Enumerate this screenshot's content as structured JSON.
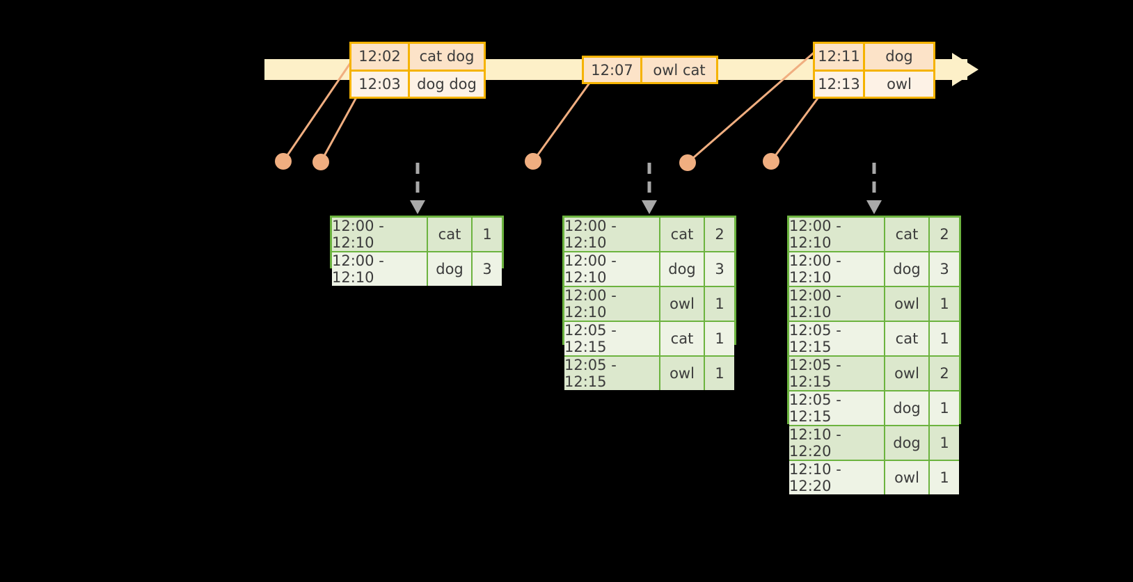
{
  "timeline": {
    "bar_color": "#fdf0c8",
    "border_color": "#f5b301",
    "events": [
      {
        "id": "event-box-1",
        "rows": [
          {
            "time": "12:02",
            "words": "cat dog"
          },
          {
            "time": "12:03",
            "words": "dog dog"
          }
        ]
      },
      {
        "id": "event-box-2",
        "rows": [
          {
            "time": "12:07",
            "words": "owl cat"
          }
        ]
      },
      {
        "id": "event-box-3",
        "rows": [
          {
            "time": "12:11",
            "words": "dog"
          },
          {
            "time": "12:13",
            "words": "owl"
          }
        ]
      }
    ],
    "dot_color": "#f0ae80",
    "dot_count": 5
  },
  "results": {
    "border_color": "#6cb33f",
    "row_shade_odd": "#dce8cd",
    "row_shade_even": "#eef3e5",
    "tables": [
      {
        "id": "result-table-1",
        "rows": [
          {
            "window": "12:00 - 12:10",
            "key": "cat",
            "count": "1"
          },
          {
            "window": "12:00 - 12:10",
            "key": "dog",
            "count": "3"
          }
        ]
      },
      {
        "id": "result-table-2",
        "rows": [
          {
            "window": "12:00 - 12:10",
            "key": "cat",
            "count": "2"
          },
          {
            "window": "12:00 - 12:10",
            "key": "dog",
            "count": "3"
          },
          {
            "window": "12:00 - 12:10",
            "key": "owl",
            "count": "1"
          },
          {
            "window": "12:05 - 12:15",
            "key": "cat",
            "count": "1"
          },
          {
            "window": "12:05 - 12:15",
            "key": "owl",
            "count": "1"
          }
        ]
      },
      {
        "id": "result-table-3",
        "rows": [
          {
            "window": "12:00 - 12:10",
            "key": "cat",
            "count": "2"
          },
          {
            "window": "12:00 - 12:10",
            "key": "dog",
            "count": "3"
          },
          {
            "window": "12:00 - 12:10",
            "key": "owl",
            "count": "1"
          },
          {
            "window": "12:05 - 12:15",
            "key": "cat",
            "count": "1"
          },
          {
            "window": "12:05 - 12:15",
            "key": "owl",
            "count": "2"
          },
          {
            "window": "12:05 - 12:15",
            "key": "dog",
            "count": "1"
          },
          {
            "window": "12:10 - 12:20",
            "key": "dog",
            "count": "1"
          },
          {
            "window": "12:10 - 12:20",
            "key": "owl",
            "count": "1"
          }
        ]
      }
    ]
  }
}
